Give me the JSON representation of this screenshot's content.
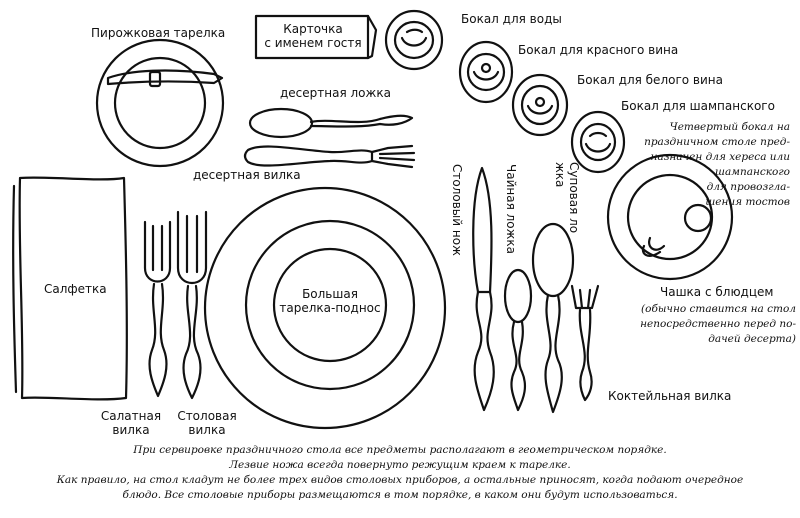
{
  "labels": {
    "bread_plate": "Пирожковая тарелка",
    "name_card": "Карточка\nс именем гостя",
    "water_glass": "Бокал для воды",
    "red_wine_glass": "Бокал для красного вина",
    "white_wine_glass": "Бокал для белого вина",
    "champagne_glass": "Бокал для шампанского",
    "fourth_glass_note": "Четвертый бокал на\nпраздничном столе пред-\nназначен для хереса или\nшампанского\nдля провозгла-\nшения тостов",
    "dessert_spoon": "десертная ложка",
    "dessert_fork": "десертная вилка",
    "napkin": "Салфетка",
    "service_plate": "Большая\nтарелка-поднос",
    "dinner_knife": "Столовый нож",
    "teaspoon": "Чайная ложка",
    "soup_spoon": "Суповая ложка",
    "cup_saucer": "Чашка с блюдцем",
    "cup_saucer_note": "(обычно ставится на стол\nнепосредственно перед по-\nдачей десерта)",
    "cocktail_fork": "Коктейльная вилка",
    "salad_fork": "Салатная\nвилка",
    "dinner_fork": "Столовая\nвилка"
  },
  "footer": [
    "При сервировке праздничного стола все предметы располагают в геометрическом порядке.",
    "Лезвие ножа всегда повернуто режущим краем к тарелке.",
    "Как правило, на стол кладут не более трех видов столовых приборов, а остальные приносят, когда подают очередное",
    "блюдо. Все столовые приборы размещаются в том порядке, в каком они будут использоваться."
  ]
}
